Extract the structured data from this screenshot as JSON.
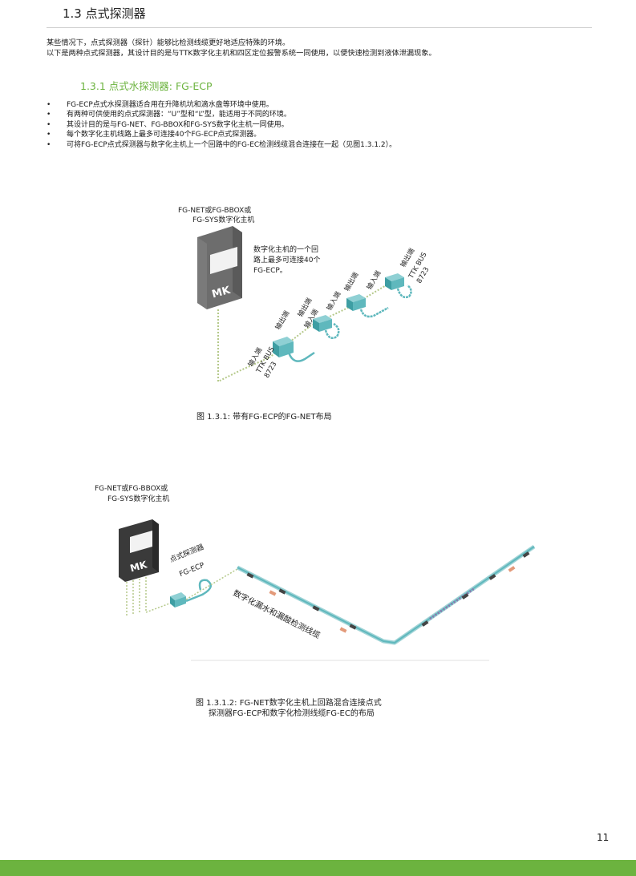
{
  "section_title": "1.3 点式探测器",
  "intro": [
    "某些情况下，点式探测器（探针）能够比检测线缆更好地适应特殊的环境。",
    "以下是两种点式探测器，其设计目的是与TTK数字化主机和四区定位报警系统一同使用，以便快速检测到液体泄漏现象。"
  ],
  "subsection_title": "1.3.1 点式水探测器: FG-ECP",
  "bullets": [
    "FG-ECP点式水探测器适合用在升降机坑和滴水盘等环境中使用。",
    "有两种可供使用的点式探测器：“U”型和“L”型，能适用于不同的环境。",
    "其设计目的是与FG-NET、FG-BBOX和FG-SYS数字化主机一同使用。",
    "每个数字化主机线路上最多可连接40个FG-ECP点式探测器。",
    "可将FG-ECP点式探测器与数字化主机上一个回路中的FG-EC检测线缆混合连接在一起（见图1.3.1.2）。"
  ],
  "bullet_symbol": "•",
  "figure1": {
    "host_label_1": "FG-NET或FG-BBOX或",
    "host_label_2": "FG-SYS数字化主机",
    "note_1": "数字化主机的一个回",
    "note_2": "路上最多可连接40个",
    "note_3": "FG-ECP。",
    "input_label": "输入端",
    "output_label": "输出端",
    "bus_label": "TTK BUS",
    "bus_code": "8723",
    "logo": "MK",
    "caption": "图 1.3.1: 带有FG-ECP的FG-NET布局"
  },
  "figure2": {
    "host_label_1": "FG-NET或FG-BBOX或",
    "host_label_2": "FG-SYS数字化主机",
    "detector_label_1": "点式探测器",
    "detector_label_2": "FG-ECP",
    "cable_label": "数字化漏水和漏酸检测线缆",
    "logo": "MK",
    "caption_1": "图 1.3.1.2: FG-NET数字化主机上回路混合连接点式",
    "caption_2": "探测器FG-ECP和数字化检测线缆FG-EC的布局"
  },
  "page_number": "11",
  "colors": {
    "accent_green": "#6cb33f",
    "cable_teal": "#5fb8bd",
    "host_gray": "#6d6d6d",
    "host_dark": "#3a3a3a",
    "dotted_green": "#b5c98a"
  }
}
